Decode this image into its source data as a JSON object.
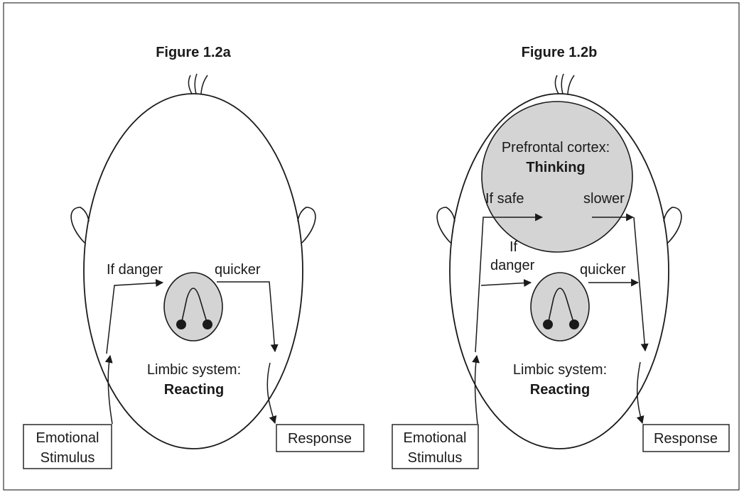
{
  "figures": [
    {
      "title": "Figure 1.2a",
      "limbic": {
        "line1": "Limbic system:",
        "line2": "Reacting"
      },
      "danger_label": "If danger",
      "quicker_label": "quicker",
      "stimulus": {
        "line1": "Emotional",
        "line2": "Stimulus"
      },
      "response": "Response"
    },
    {
      "title": "Figure 1.2b",
      "prefrontal": {
        "line1": "Prefrontal cortex:",
        "line2": "Thinking"
      },
      "safe_label": "If safe",
      "slower_label": "slower",
      "danger_label": {
        "line1": "If",
        "line2": "danger"
      },
      "quicker_label": "quicker",
      "limbic": {
        "line1": "Limbic system:",
        "line2": "Reacting"
      },
      "stimulus": {
        "line1": "Emotional",
        "line2": "Stimulus"
      },
      "response": "Response"
    }
  ],
  "colors": {
    "stroke": "#1a1a1a",
    "brain_fill": "#d4d4d4",
    "background": "#ffffff"
  }
}
